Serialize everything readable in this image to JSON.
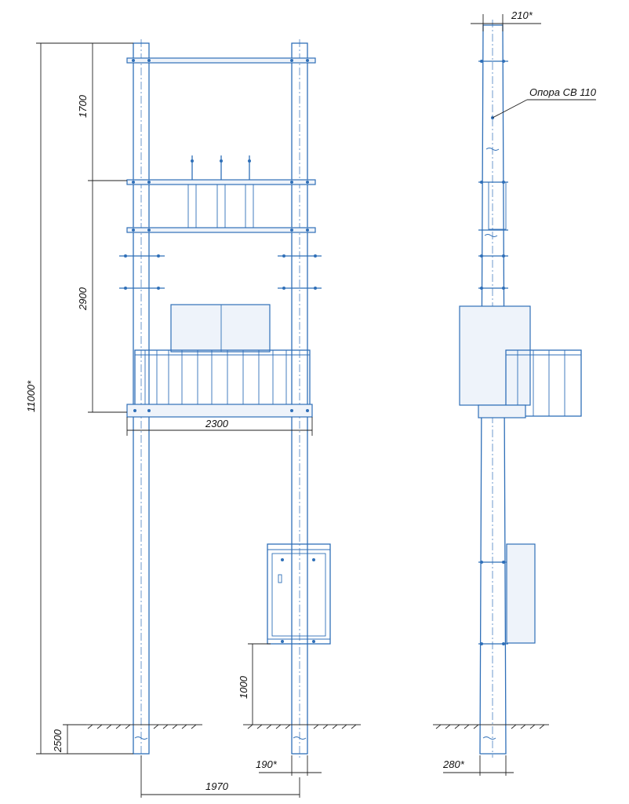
{
  "front_view": {
    "dims": {
      "upper_section": "1700",
      "middle_section": "2900",
      "total_height": "11000*",
      "burial_depth": "2500",
      "cabinet_height": "1000",
      "platform_width": "2300",
      "pole_spacing": "1970",
      "pole_diameter": "190*"
    }
  },
  "side_view": {
    "dims": {
      "top_diameter": "210*",
      "bottom_diameter": "280*"
    },
    "leader_label": "Опора СВ 110"
  },
  "colors": {
    "line": "#2f6fb8",
    "dimension": "#222222"
  }
}
